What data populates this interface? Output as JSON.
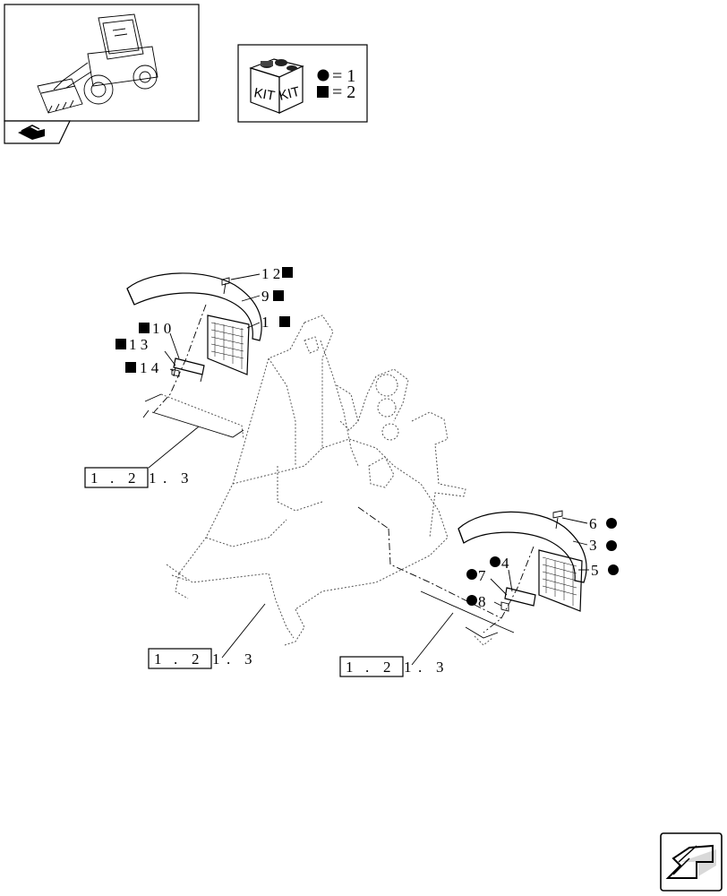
{
  "legend": {
    "kit_label": "KIT",
    "circle_value": "= 1",
    "square_value": "= 2"
  },
  "refs": {
    "left": [
      "1",
      ".",
      "2",
      "1",
      ".",
      "3"
    ],
    "bottom": [
      "1",
      ".",
      "2",
      "1",
      ".",
      "3"
    ],
    "right": [
      "1",
      ".",
      "2",
      "1",
      ".",
      "3"
    ]
  },
  "callouts": {
    "c12": "1 2",
    "c9": "9",
    "c1": "1",
    "c10": "1 0",
    "c13": "1 3",
    "c14": "1 4",
    "c6": "6",
    "c3": "3",
    "c5": "5",
    "c4": "4",
    "c7": "7",
    "c8": "8"
  },
  "icons": [
    "loader-thumbnail",
    "kit-box-icon",
    "circle-marker-icon",
    "square-marker-icon",
    "nav-arrow-icon",
    "next-page-arrow-icon"
  ]
}
